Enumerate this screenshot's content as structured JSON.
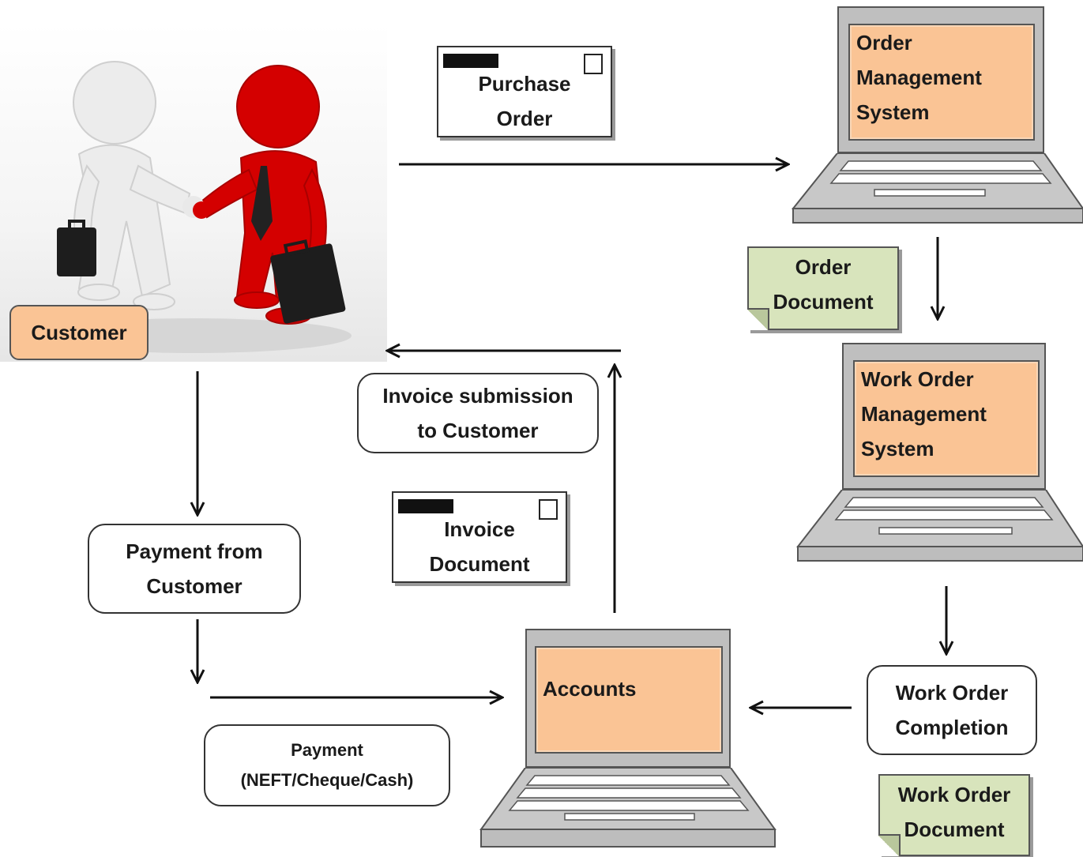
{
  "nodes": {
    "customer": "Customer",
    "purchase_order": [
      "Purchase",
      "Order"
    ],
    "order_management_system": [
      "Order",
      "Management",
      "System"
    ],
    "order_document": [
      "Order",
      "Document"
    ],
    "work_order_management_system": [
      "Work Order",
      "Management",
      "System"
    ],
    "work_order_completion": [
      "Work Order",
      "Completion"
    ],
    "work_order_document": [
      "Work Order",
      "Document"
    ],
    "accounts": "Accounts",
    "invoice_document": [
      "Invoice",
      "Document"
    ],
    "invoice_submission": [
      "Invoice submission",
      "to Customer"
    ],
    "payment_from_customer": [
      "Payment from",
      "Customer"
    ],
    "payment_method": [
      "Payment",
      "(NEFT/Cheque/Cash)"
    ]
  },
  "colors": {
    "system_screen": "#fac495",
    "document_note": "#d8e4bc",
    "laptop_body": "#bfbfbf",
    "arrow": "#111111",
    "red_figure": "#d40000",
    "white_figure": "#e9e9e9"
  },
  "icons": {
    "handshake": "handshake-illustration",
    "laptop": "laptop-icon",
    "envelope": "envelope-icon"
  }
}
